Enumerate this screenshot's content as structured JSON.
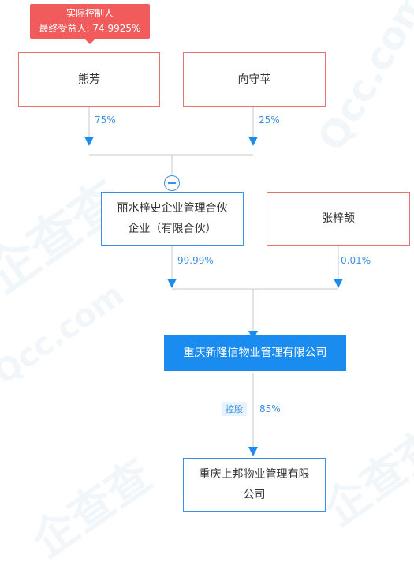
{
  "badge": {
    "line1": "实际控制人",
    "line2": "最终受益人: 74.9925%"
  },
  "shareholders_top": [
    {
      "name": "熊芳",
      "percent": "75%"
    },
    {
      "name": "向守苹",
      "percent": "25%"
    }
  ],
  "shareholders_mid": [
    {
      "name_line1": "丽水梓史企业管理合伙",
      "name_line2": "企业（有限合伙）",
      "percent": "99.99%"
    },
    {
      "name": "张梓颉",
      "percent": "0.01%"
    }
  ],
  "focus_company": {
    "name": "重庆新隆信物业管理有限公司"
  },
  "subsidiary": {
    "tag": "控股",
    "percent": "85%",
    "name_line1": "重庆上邦物业管理有限",
    "name_line2": "公司"
  },
  "watermark": {
    "text": "企查查",
    "domain": "Qcc.com"
  },
  "colors": {
    "accent": "#3d8fe0",
    "focus": "#1a8cf0",
    "person_border": "#e57373",
    "badge": "#f25b5b",
    "line": "#c8c8c8"
  }
}
